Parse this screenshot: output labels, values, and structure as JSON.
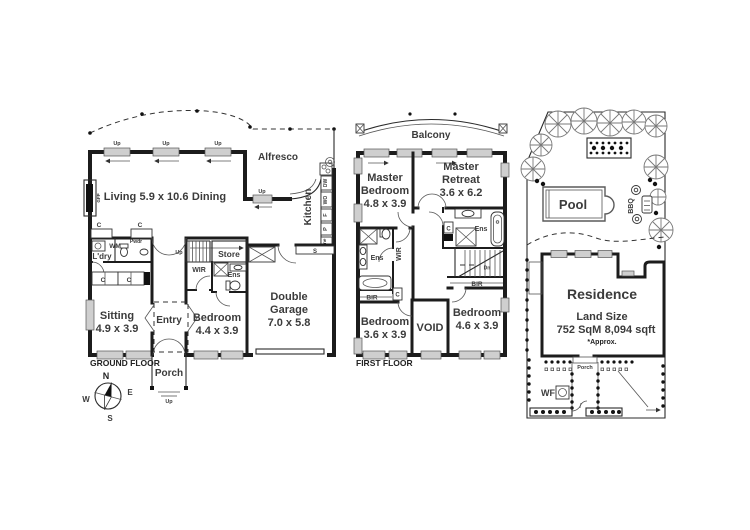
{
  "ground_floor": {
    "label": "GROUND FLOOR",
    "living": "Living",
    "living_dining_dims": "5.9 x 10.6",
    "dining": "Dining",
    "alfresco": "Alfresco",
    "kitchen": "Kitchen",
    "gfp": "GFP",
    "wm": "WM",
    "pwdr": "Pwdr",
    "ldry": "L'dry",
    "sitting": "Sitting",
    "sitting_dims": "4.9 x 3.9",
    "entry": "Entry",
    "bedroom_dims": "4.4 x 3.9",
    "store": "Store",
    "garage_line1": "Double",
    "garage_line2": "Garage",
    "garage_dims": "7.0 x 5.8",
    "porch": "Porch",
    "appliances": {
      "dw": "DW",
      "wo": "WO",
      "f": "F",
      "p": "P",
      "wine": "Wine",
      "s": "S"
    }
  },
  "first_floor": {
    "label": "FIRST FLOOR",
    "balcony": "Balcony",
    "master_bedroom_line1": "Master",
    "master_bedroom_line2": "Bedroom",
    "master_bedroom_dims": "4.8 x 3.9",
    "master_retreat_line1": "Master",
    "master_retreat_line2": "Retreat",
    "master_retreat_dims": "3.6 x 6.2",
    "bedroom2_dims": "3.6 x 3.9",
    "bedroom3_dims": "4.6 x 3.9",
    "void": "VOID",
    "dn": "Dn"
  },
  "site_plan": {
    "pool": "Pool",
    "bbq": "BBQ",
    "residence": "Residence",
    "land_size_label": "Land Size",
    "land_size_sqm": "752 SqM",
    "land_size_sqft": "8,094 sqft",
    "approx_note": "*Approx.",
    "porch": "Porch",
    "wf": "WF"
  },
  "compass": {
    "north": "N",
    "east": "E",
    "south": "S",
    "west": "W"
  },
  "shared": {
    "up": "Up",
    "c": "C",
    "ens": "Ens",
    "wir": "WIR",
    "bir": "BIR",
    "bedroom": "Bedroom"
  }
}
